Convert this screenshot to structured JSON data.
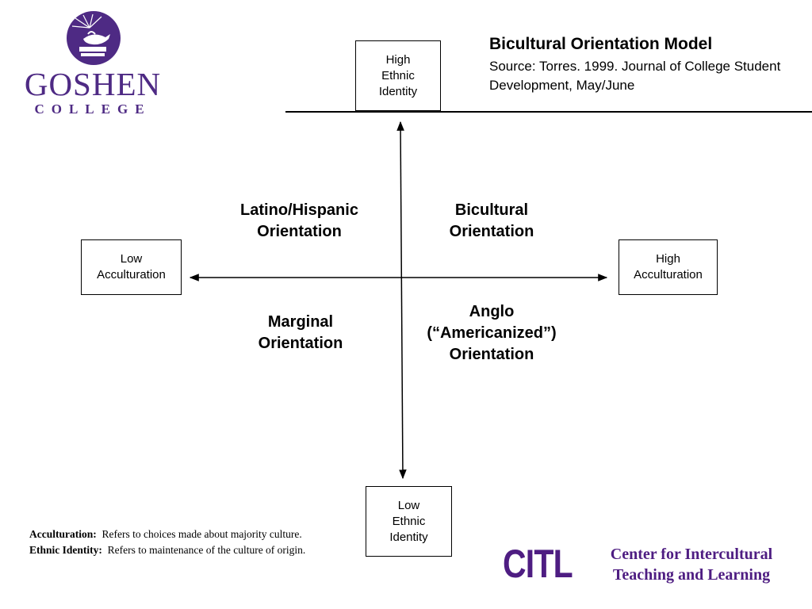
{
  "logo": {
    "word": "GOSHEN",
    "sub": "COLLEGE",
    "color": "#4e2a84"
  },
  "header": {
    "title": "Bicultural Orientation Model",
    "source": "Source:  Torres. 1999. Journal of College Student Development, May/June"
  },
  "boxes": {
    "high_ethnic_identity": "High\nEthnic\nIdentity",
    "low_acculturation": "Low\nAcculturation",
    "high_acculturation": "High\nAcculturation",
    "low_ethnic_identity": "Low\nEthnic\nIdentity"
  },
  "quadrants": {
    "top_left": "Latino/Hispanic\nOrientation",
    "top_right": "Bicultural\nOrientation",
    "bottom_left": "Marginal\nOrientation",
    "bottom_right": "Anglo\n(“Americanized”)\nOrientation"
  },
  "definitions": {
    "acculturation_term": "Acculturation:",
    "acculturation_text": "Refers to choices made about majority culture.",
    "ethnic_term": "Ethnic Identity:",
    "ethnic_text": "Refers to maintenance of the culture of origin."
  },
  "footer": {
    "mark": "CITL",
    "name": "Center for Intercultural\nTeaching and Learning",
    "color": "#4e1d82"
  }
}
